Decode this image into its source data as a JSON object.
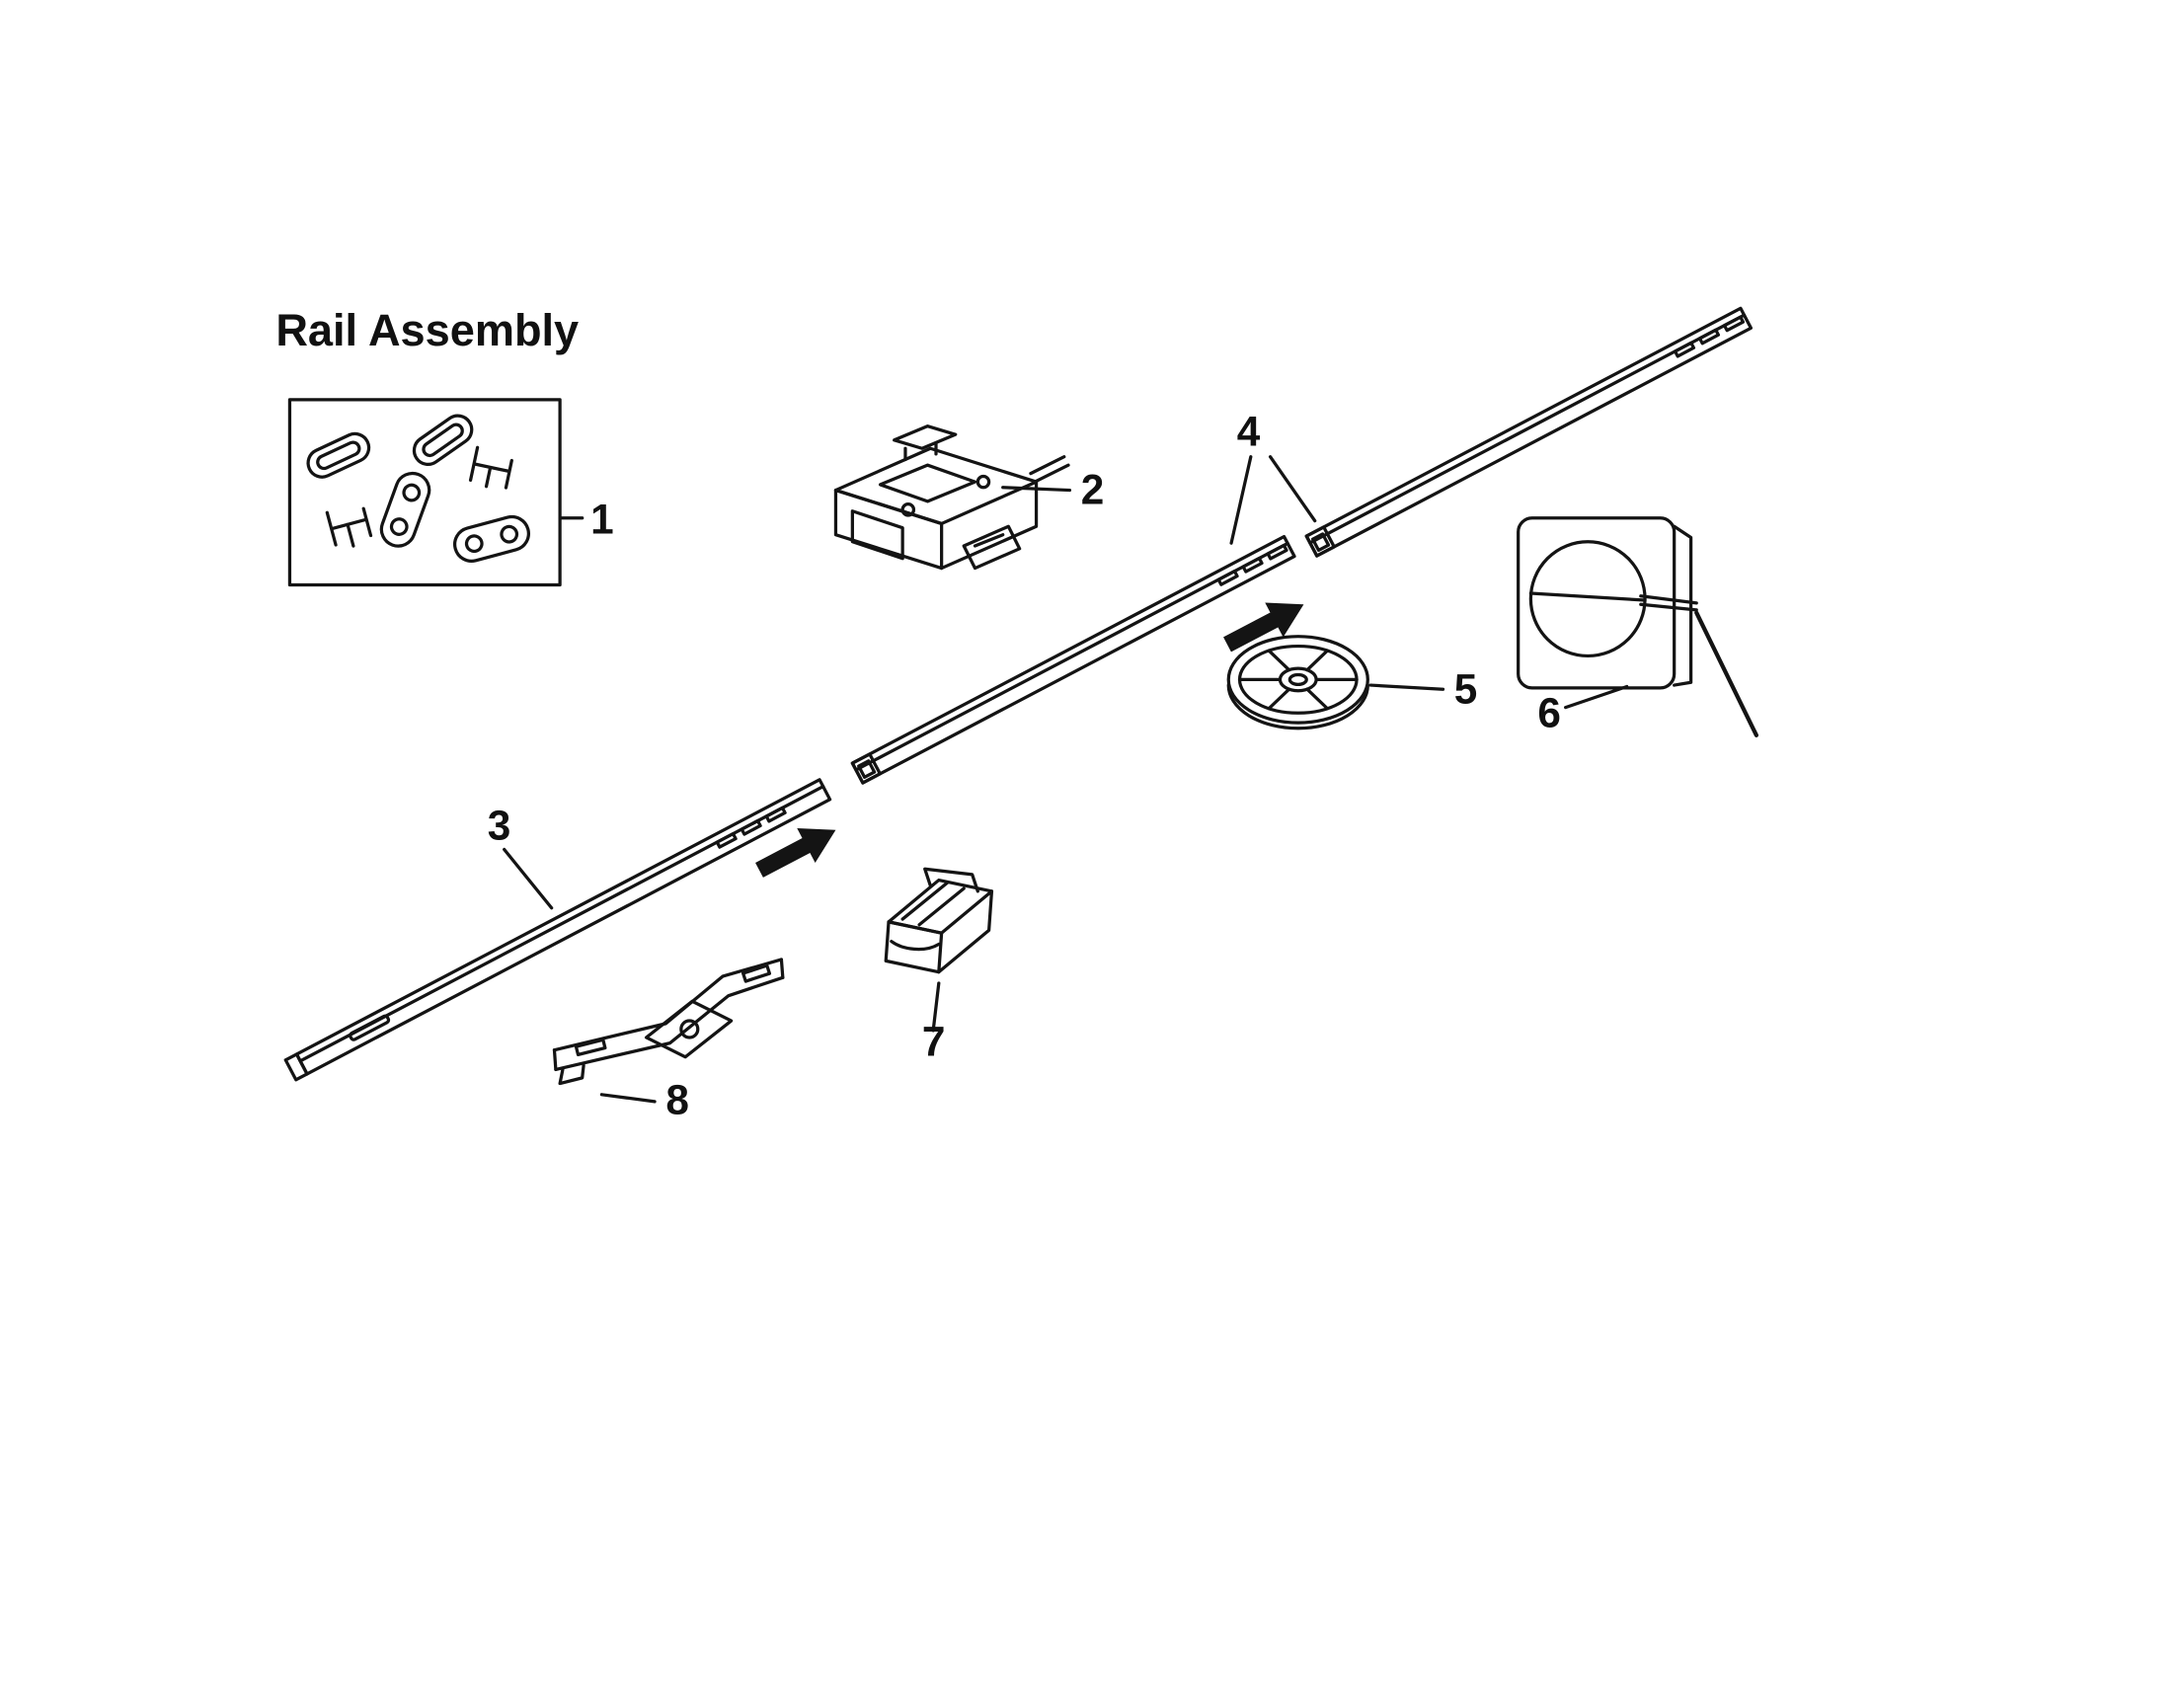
{
  "diagram": {
    "title": "Rail Assembly",
    "parts": [
      {
        "number": "1"
      },
      {
        "number": "2"
      },
      {
        "number": "3"
      },
      {
        "number": "4"
      },
      {
        "number": "5"
      },
      {
        "number": "6"
      },
      {
        "number": "7"
      },
      {
        "number": "8"
      }
    ],
    "colors": {
      "ink": "#111111",
      "background": "#ffffff"
    }
  }
}
